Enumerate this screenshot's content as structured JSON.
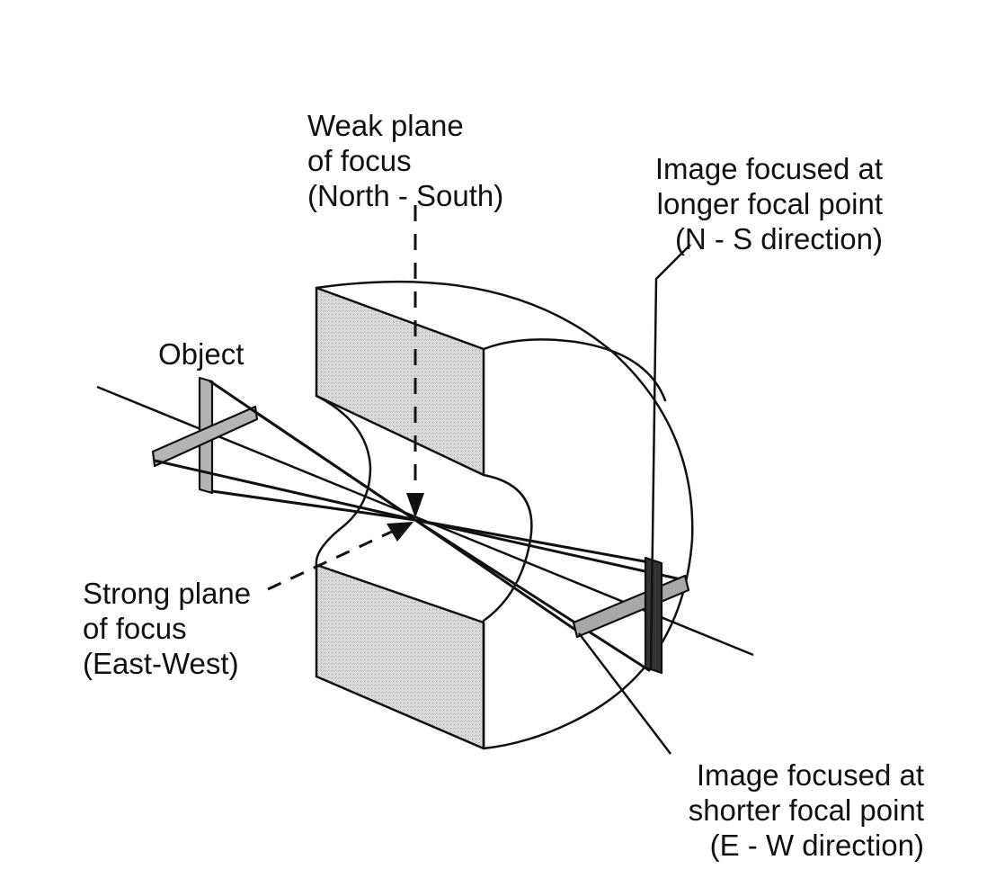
{
  "labels": {
    "weak_plane": {
      "line1": "Weak plane",
      "line2": "of focus",
      "line3": "(North - South)"
    },
    "object": {
      "text": "Object"
    },
    "strong_plane": {
      "line1": "Strong plane",
      "line2": "of focus",
      "line3": "(East-West)"
    },
    "longer_focal": {
      "line1": "Image focused at",
      "line2": "longer focal point",
      "line3": "(N - S direction)"
    },
    "shorter_focal": {
      "line1": "Image focused at",
      "line2": "shorter focal point",
      "line3": "(E - W direction)"
    }
  },
  "colors": {
    "stroke": "#111111",
    "block_fill": "#d4d4d4",
    "object_fill": "#b4b4b4",
    "image_ns_fill": "#333333",
    "image_ew_fill": "#a8a8a8"
  }
}
